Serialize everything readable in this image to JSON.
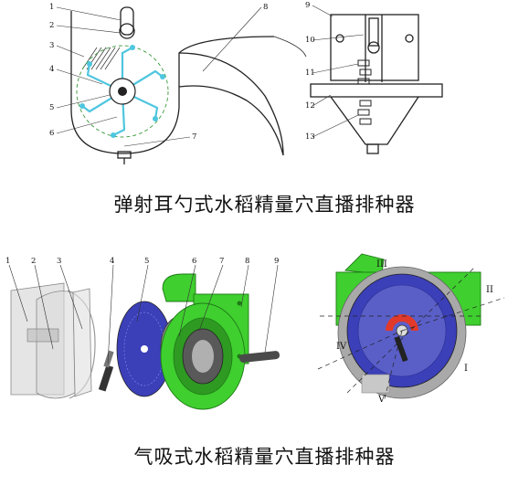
{
  "top_figure": {
    "caption": "弹射耳勺式水稻精量穴直播排种器",
    "front_labels": [
      "1",
      "2",
      "3",
      "4",
      "5",
      "6",
      "7",
      "8"
    ],
    "side_labels": [
      "9",
      "10",
      "11",
      "12",
      "13"
    ]
  },
  "bottom_figure": {
    "caption": "气吸式水稻精量穴直播排种器",
    "exploded_labels": [
      "1",
      "2",
      "3",
      "4",
      "5",
      "6",
      "7",
      "8",
      "9"
    ],
    "zone_labels": [
      "III",
      "II",
      "IV",
      "I",
      "V"
    ]
  },
  "colors": {
    "green_housing": "#3fcf2f",
    "blue_disc": "#3b3fb8",
    "red_hub": "#e23a2a",
    "cyan_spoons": "#4fc6df"
  }
}
